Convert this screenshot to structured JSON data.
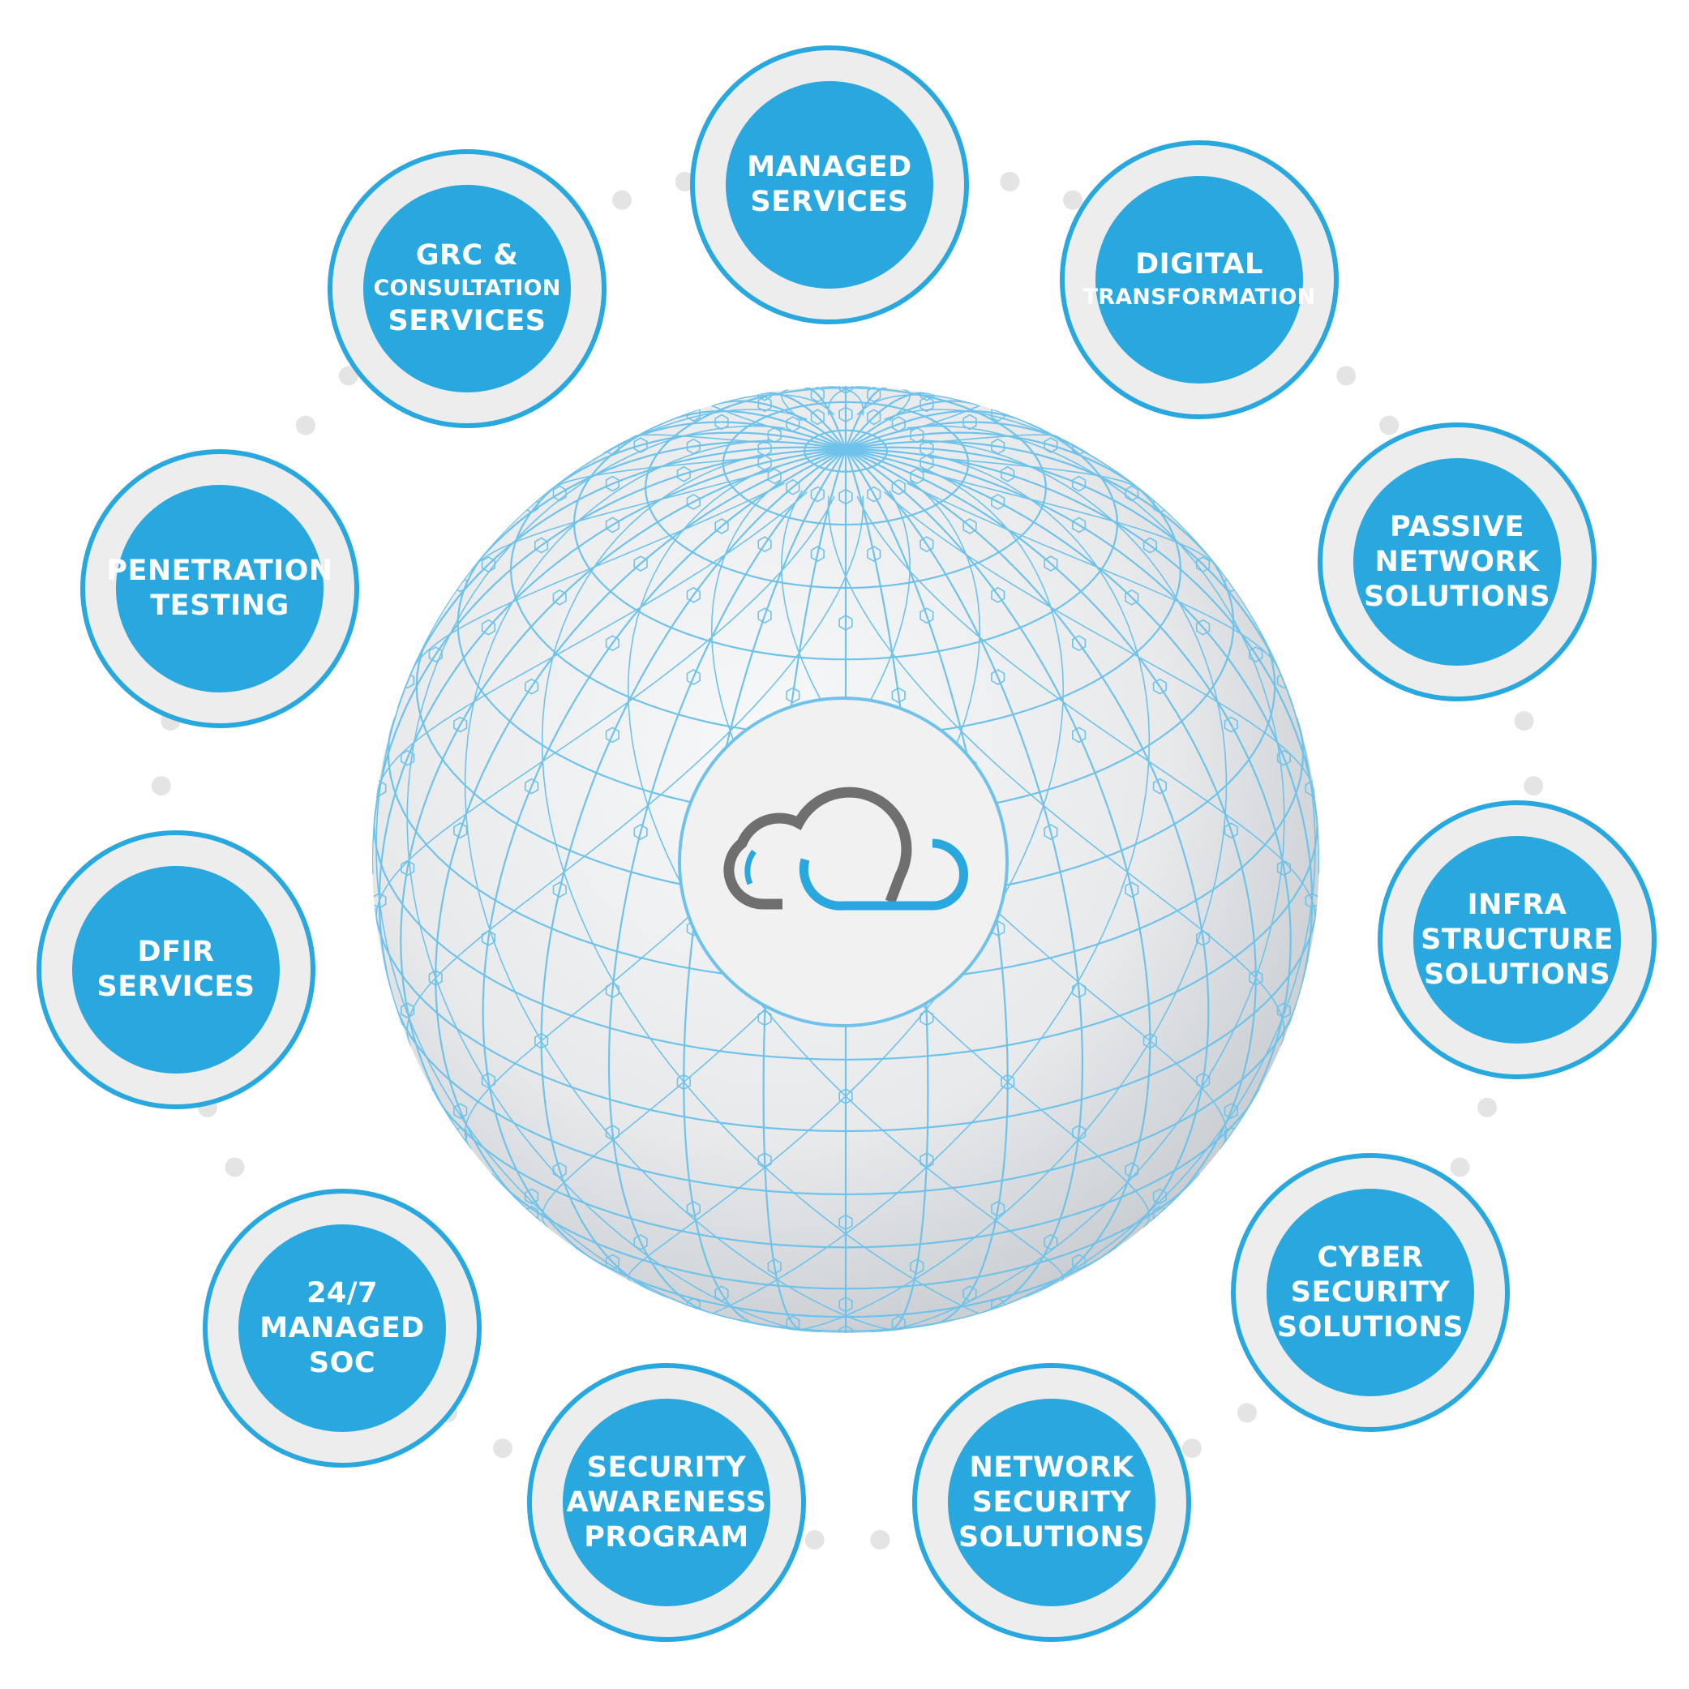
{
  "diagram": {
    "colors": {
      "accent": "#29a8e0",
      "node_ring": "#ededed",
      "connector_dot": "#e4e4e4",
      "globe_line": "#6fc3ea",
      "globe_fill": "#e9ebed",
      "logo_gray": "#6f6f6f",
      "logo_blue": "#29a8e0"
    },
    "center_logo": {
      "icon": "cloud-icon"
    },
    "services": [
      {
        "id": "managed-services",
        "lines": [
          "MANAGED",
          "SERVICES"
        ]
      },
      {
        "id": "digital-transformation",
        "lines": [
          "DIGITAL",
          "TRANSFORMATION"
        ],
        "small": [
          false,
          true
        ]
      },
      {
        "id": "passive-network-solutions",
        "lines": [
          "PASSIVE",
          "NETWORK",
          "SOLUTIONS"
        ]
      },
      {
        "id": "infra-structure-solutions",
        "lines": [
          "INFRA",
          "STRUCTURE",
          "SOLUTIONS"
        ]
      },
      {
        "id": "cyber-security-solutions",
        "lines": [
          "CYBER",
          "SECURITY",
          "SOLUTIONS"
        ]
      },
      {
        "id": "network-security-solutions",
        "lines": [
          "NETWORK",
          "SECURITY",
          "SOLUTIONS"
        ]
      },
      {
        "id": "security-awareness-program",
        "lines": [
          "SECURITY",
          "AWARENESS",
          "PROGRAM"
        ]
      },
      {
        "id": "managed-soc",
        "lines": [
          "24/7",
          "MANAGED",
          "SOC"
        ]
      },
      {
        "id": "dfir-services",
        "lines": [
          "DFIR",
          "SERVICES"
        ]
      },
      {
        "id": "penetration-testing",
        "lines": [
          "PENETRATION",
          "TESTING"
        ]
      },
      {
        "id": "grc-consultation-services",
        "lines": [
          "GRC &",
          "CONSULTATION",
          "SERVICES"
        ],
        "small": [
          false,
          true,
          false
        ]
      }
    ]
  }
}
